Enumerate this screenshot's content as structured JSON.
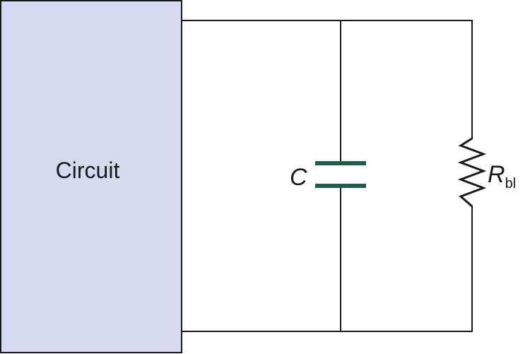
{
  "circuit_block": {
    "label": "Circuit",
    "fill_color": "#d4dbef"
  },
  "capacitor": {
    "symbol": "C",
    "color": "#1f5c4b"
  },
  "resistor": {
    "symbol": "R",
    "subscript": "bl"
  }
}
